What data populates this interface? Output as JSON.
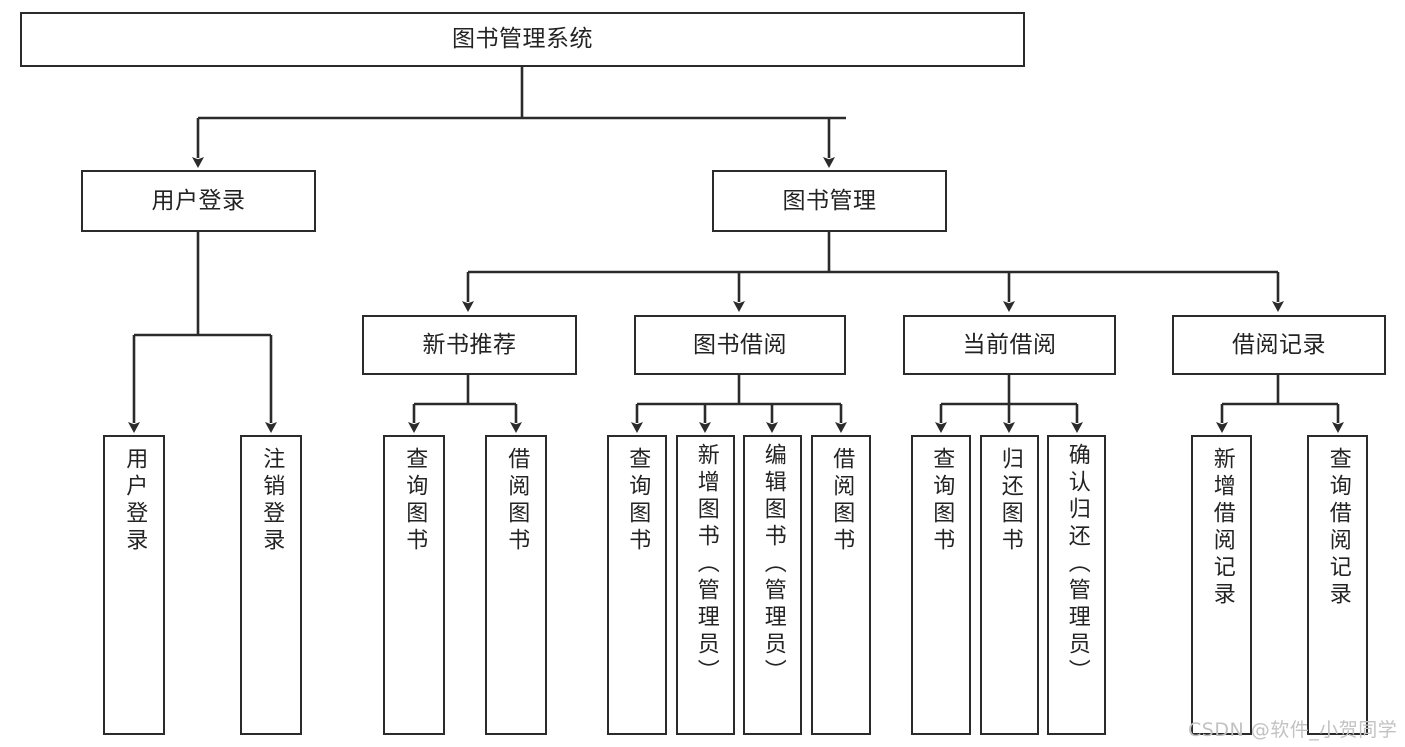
{
  "diagram": {
    "title": "图书管理系统",
    "type": "tree-hierarchy-chart",
    "colors": {
      "box_border": "#2b2b2b",
      "box_fill": "#ffffff",
      "connector": "#2b2b2b",
      "text": "#232323",
      "watermark": "#c2c2c2",
      "background": "#ffffff"
    },
    "root": {
      "label": "图书管理系统"
    },
    "level2": [
      {
        "label": "用户登录"
      },
      {
        "label": "图书管理"
      }
    ],
    "level3": [
      {
        "label": "新书推荐"
      },
      {
        "label": "图书借阅"
      },
      {
        "label": "当前借阅"
      },
      {
        "label": "借阅记录"
      }
    ],
    "leaves": {
      "user_login": [
        {
          "label": "用户登录"
        },
        {
          "label": "注销登录"
        }
      ],
      "new_book_recommend": [
        {
          "label": "查询图书"
        },
        {
          "label": "借阅图书"
        }
      ],
      "book_borrow": [
        {
          "label": "查询图书"
        },
        {
          "label": "新增图书（管理员）"
        },
        {
          "label": "编辑图书（管理员）"
        },
        {
          "label": "借阅图书"
        }
      ],
      "current_borrow": [
        {
          "label": "查询图书"
        },
        {
          "label": "归还图书"
        },
        {
          "label": "确认归还（管理员）"
        }
      ],
      "borrow_records": [
        {
          "label": "新增借阅记录"
        },
        {
          "label": "查询借阅记录"
        }
      ]
    }
  },
  "watermark": {
    "text": "CSDN @软件_小贺同学"
  }
}
